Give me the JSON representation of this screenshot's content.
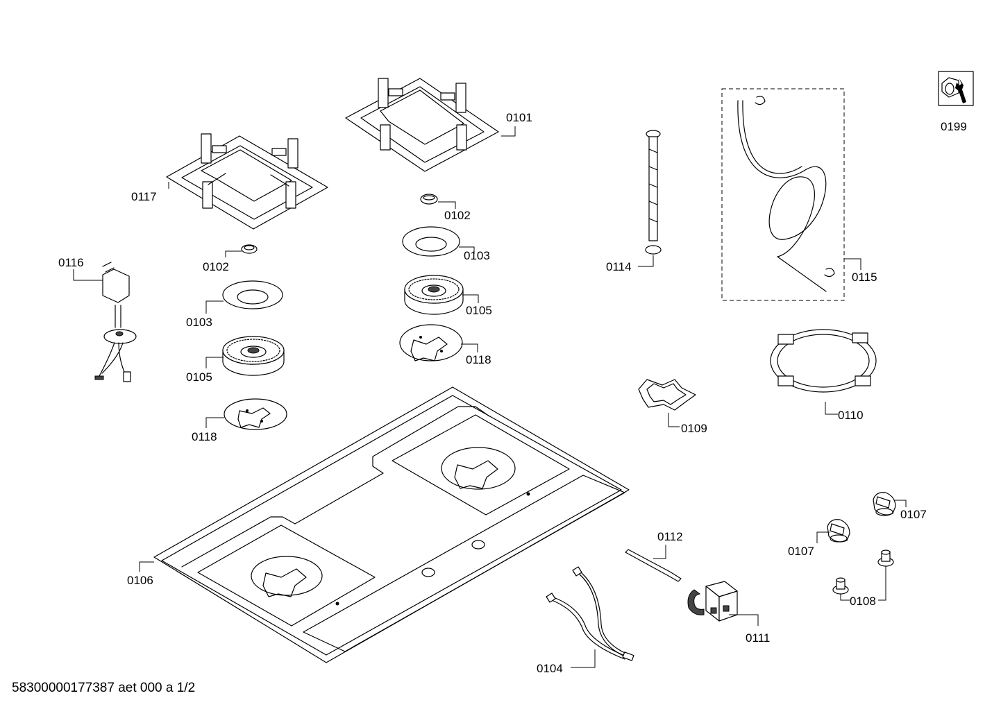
{
  "parts": {
    "p0101": "0101",
    "p0102a": "0102",
    "p0102b": "0102",
    "p0103a": "0103",
    "p0103b": "0103",
    "p0104": "0104",
    "p0105a": "0105",
    "p0105b": "0105",
    "p0106": "0106",
    "p0107a": "0107",
    "p0107b": "0107",
    "p0108": "0108",
    "p0109": "0109",
    "p0110": "0110",
    "p0111": "0111",
    "p0112": "0112",
    "p0114": "0114",
    "p0115": "0115",
    "p0116": "0116",
    "p0117": "0117",
    "p0118a": "0118",
    "p0118b": "0118",
    "p0199": "0199"
  },
  "footer": "58300000177387 aet 000 a 1/2",
  "icons": {
    "service": "wrench-nut-icon"
  }
}
